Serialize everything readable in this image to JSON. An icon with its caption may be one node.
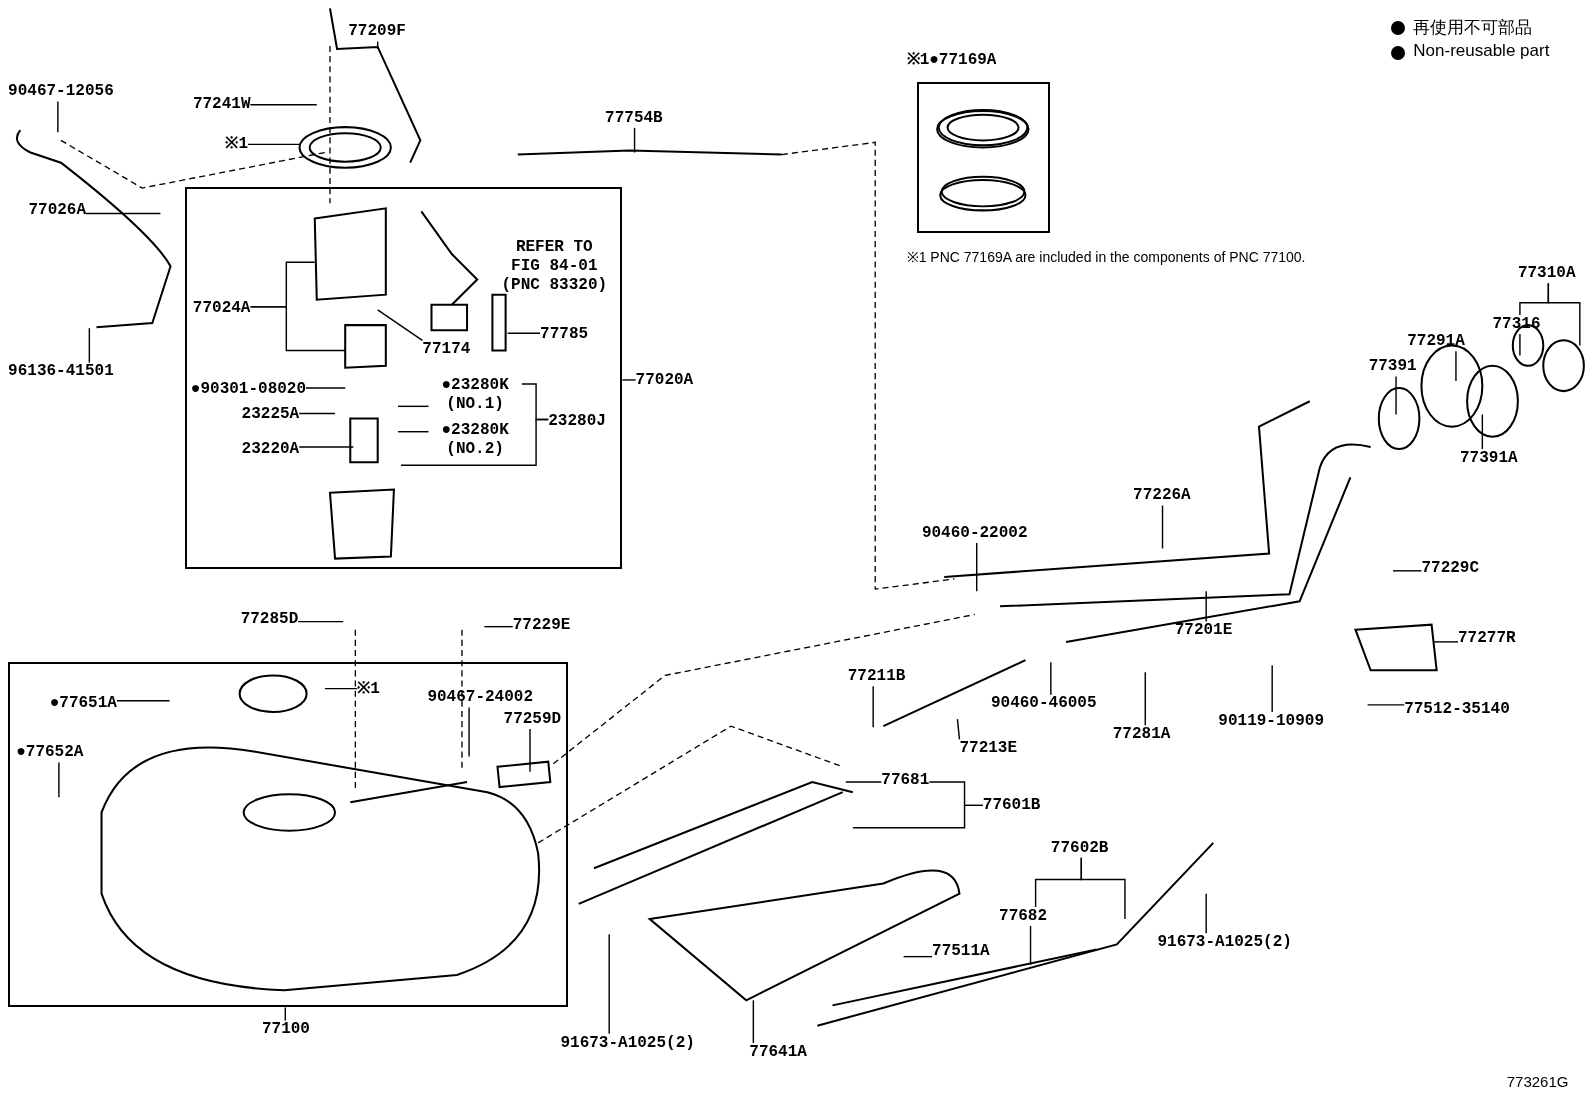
{
  "diagram": {
    "nodes": [
      {
        "text": [],
        "shape": "box"
      },
      {
        "text": [
          "77209F"
        ]
      },
      {
        "text": [
          "90467-12056"
        ]
      },
      {
        "text": [
          "77241W"
        ]
      },
      {
        "text": [
          "※1"
        ]
      },
      {
        "text": [
          "77754B"
        ]
      },
      {
        "text": [
          "77026A"
        ]
      },
      {
        "text": [
          "96136-41501"
        ]
      },
      {
        "text": [
          "77024A"
        ],
        "in": 0
      },
      {
        "text": [
          "REFER TO FIG 84-01 (PNC 83320)"
        ],
        "in": 0
      },
      {
        "text": [
          "77785"
        ],
        "in": 0
      },
      {
        "text": [
          "77174"
        ],
        "in": 0
      },
      {
        "text": [
          "●90301-08020"
        ],
        "in": 0
      },
      {
        "text": [
          "23225A"
        ],
        "in": 0
      },
      {
        "text": [
          "23220A"
        ],
        "in": 0
      },
      {
        "text": [
          "●23280K (NO.1)"
        ],
        "in": 0
      },
      {
        "text": [
          "●23280K (NO.2)"
        ],
        "in": 0
      },
      {
        "text": [
          "23280J"
        ],
        "in": 0
      },
      {
        "text": [
          "77020A"
        ]
      },
      {
        "text": [
          "※1●77169A"
        ]
      },
      {
        "text": [
          "77310A"
        ]
      },
      {
        "text": [
          "77316"
        ]
      },
      {
        "text": [
          "77291A"
        ]
      },
      {
        "text": [
          "77391"
        ]
      },
      {
        "text": [
          "77391A"
        ]
      },
      {
        "text": [
          "77226A"
        ]
      },
      {
        "text": [
          "90460-22002"
        ]
      },
      {
        "text": [
          "77229C"
        ]
      },
      {
        "text": [
          "77201E"
        ]
      },
      {
        "text": [
          "77277R"
        ]
      },
      {
        "text": [
          "77285D"
        ]
      },
      {
        "text": [
          "77229E"
        ]
      },
      {
        "text": [],
        "shape": "box"
      },
      {
        "text": [
          "●77651A"
        ],
        "in": 32
      },
      {
        "text": [
          "●77652A"
        ],
        "in": 32
      },
      {
        "text": [
          "※1"
        ],
        "in": 32
      },
      {
        "text": [
          "77100"
        ]
      },
      {
        "text": [
          "90467-24002"
        ],
        "in": 32
      },
      {
        "text": [
          "77259D"
        ],
        "in": 32
      },
      {
        "text": [
          "77211B"
        ]
      },
      {
        "text": [
          "90460-46005"
        ]
      },
      {
        "text": [
          "77213E"
        ]
      },
      {
        "text": [
          "77281A"
        ]
      },
      {
        "text": [
          "90119-10909"
        ]
      },
      {
        "text": [
          "77512-35140"
        ]
      },
      {
        "text": [
          "77681"
        ]
      },
      {
        "text": [
          "77601B"
        ]
      },
      {
        "text": [
          "77602B"
        ]
      },
      {
        "text": [
          "77682"
        ]
      },
      {
        "text": [
          "77511A"
        ]
      },
      {
        "text": [
          "91673-A1025(2)"
        ]
      },
      {
        "text": [
          "77641A"
        ]
      },
      {
        "text": [
          "91673-A1025(2)"
        ]
      }
    ],
    "edges": [
      {
        "from": 1,
        "to": null,
        "arrow": "none"
      },
      {
        "from": 2,
        "to": null,
        "arrow": "none"
      },
      {
        "from": 3,
        "to": null,
        "arrow": "none"
      },
      {
        "from": 4,
        "to": null,
        "arrow": "none"
      },
      {
        "from": 5,
        "to": null,
        "arrow": "none"
      },
      {
        "from": 6,
        "to": null,
        "arrow": "none"
      },
      {
        "from": 7,
        "to": null,
        "arrow": "none"
      },
      {
        "from": 8,
        "to": null,
        "arrow": "none"
      },
      {
        "from": 8,
        "to": null,
        "arrow": "none"
      },
      {
        "from": 10,
        "to": null,
        "arrow": "none"
      },
      {
        "from": 11,
        "to": null,
        "arrow": "none"
      },
      {
        "from": 12,
        "to": null,
        "arrow": "none"
      },
      {
        "from": 13,
        "to": null,
        "arrow": "none"
      },
      {
        "from": 14,
        "to": null,
        "arrow": "none"
      },
      {
        "from": 15,
        "to": null,
        "arrow": "none"
      },
      {
        "from": 16,
        "to": null,
        "arrow": "none"
      },
      {
        "from": 17,
        "to": 15,
        "arrow": "none"
      },
      {
        "from": 17,
        "to": null,
        "arrow": "none"
      },
      {
        "from": 18,
        "to": 0,
        "arrow": "none"
      },
      {
        "from": 20,
        "to": 21,
        "arrow": "none"
      },
      {
        "from": 20,
        "to": null,
        "arrow": "none"
      },
      {
        "from": 21,
        "to": null,
        "arrow": "none"
      },
      {
        "from": 22,
        "to": null,
        "arrow": "none"
      },
      {
        "from": 23,
        "to": null,
        "arrow": "none"
      },
      {
        "from": 24,
        "to": null,
        "arrow": "none"
      },
      {
        "from": 25,
        "to": null,
        "arrow": "none"
      },
      {
        "from": 26,
        "to": null,
        "arrow": "none"
      },
      {
        "from": 27,
        "to": null,
        "arrow": "none"
      },
      {
        "from": 28,
        "to": null,
        "arrow": "none"
      },
      {
        "from": 29,
        "to": null,
        "arrow": "none"
      },
      {
        "from": 30,
        "to": null,
        "arrow": "none"
      },
      {
        "from": 31,
        "to": null,
        "arrow": "none"
      },
      {
        "from": 33,
        "to": null,
        "arrow": "none"
      },
      {
        "from": 34,
        "to": null,
        "arrow": "none"
      },
      {
        "from": 35,
        "to": null,
        "arrow": "none"
      },
      {
        "from": 36,
        "to": 32,
        "arrow": "none"
      },
      {
        "from": 37,
        "to": null,
        "arrow": "none"
      },
      {
        "from": 38,
        "to": null,
        "arrow": "none"
      },
      {
        "from": 39,
        "to": null,
        "arrow": "none"
      },
      {
        "from": 40,
        "to": null,
        "arrow": "none"
      },
      {
        "from": 41,
        "to": null,
        "arrow": "none"
      },
      {
        "from": 42,
        "to": null,
        "arrow": "none"
      },
      {
        "from": 43,
        "to": null,
        "arrow": "none"
      },
      {
        "from": 44,
        "to": null,
        "arrow": "none"
      },
      {
        "from": 45,
        "to": null,
        "arrow": "none"
      },
      {
        "from": 46,
        "to": 45,
        "arrow": "none"
      },
      {
        "from": 46,
        "to": null,
        "arrow": "none"
      },
      {
        "from": 47,
        "to": 48,
        "arrow": "none"
      },
      {
        "from": 47,
        "to": null,
        "arrow": "none"
      },
      {
        "from": 48,
        "to": null,
        "arrow": "none"
      },
      {
        "from": 49,
        "to": null,
        "arrow": "none"
      },
      {
        "from": 50,
        "to": null,
        "arrow": "none"
      },
      {
        "from": 51,
        "to": null,
        "arrow": "none"
      },
      {
        "from": 52,
        "to": null,
        "arrow": "none"
      }
    ],
    "labels": [
      "※1 PNC 77169A are included in the components of PNC 77100.",
      "773261G"
    ],
    "legend": [
      {
        "text": "再使用不可部品"
      },
      {
        "text": "Non-reusable part"
      }
    ]
  }
}
